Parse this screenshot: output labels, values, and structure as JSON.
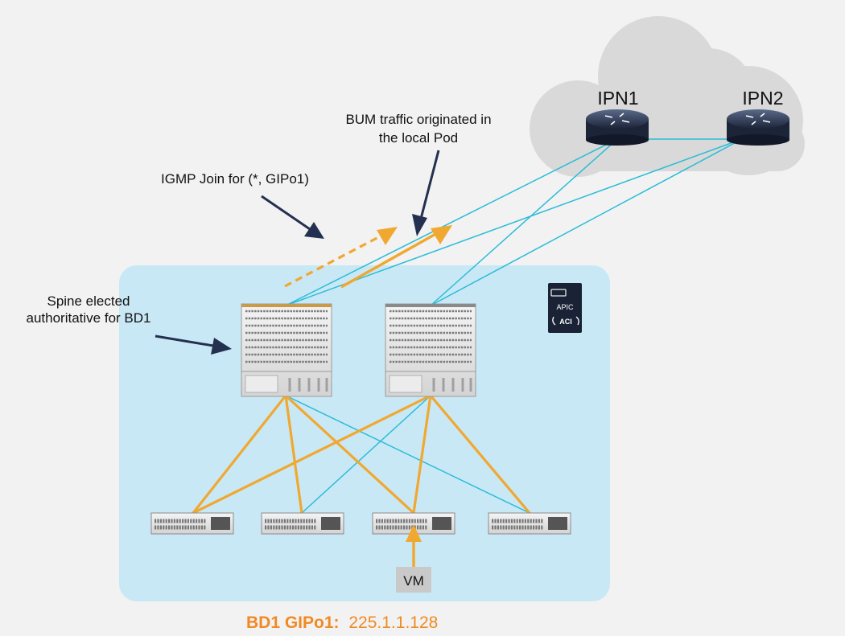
{
  "routers": [
    {
      "label": "IPN1"
    },
    {
      "label": "IPN2"
    }
  ],
  "annotations": {
    "bum_line1": "BUM traffic originated in",
    "bum_line2": "the local Pod",
    "igmp": "IGMP Join for (*, GIPo1)",
    "spine_line1": "Spine elected",
    "spine_line2": "authoritative for BD1"
  },
  "apic": {
    "line1": "APIC",
    "line2": "ACI"
  },
  "vm_label": "VM",
  "caption": {
    "bold": "BD1 GIPo1:",
    "value": "225.1.1.128"
  },
  "colors": {
    "background": "#f2f2f2",
    "pod": "#c9e8f5",
    "cloud": "#d9d9d9",
    "link": "#2bbcd8",
    "multicast": "#f0a830",
    "arrow": "#24304f",
    "caption": "#f08a24"
  }
}
